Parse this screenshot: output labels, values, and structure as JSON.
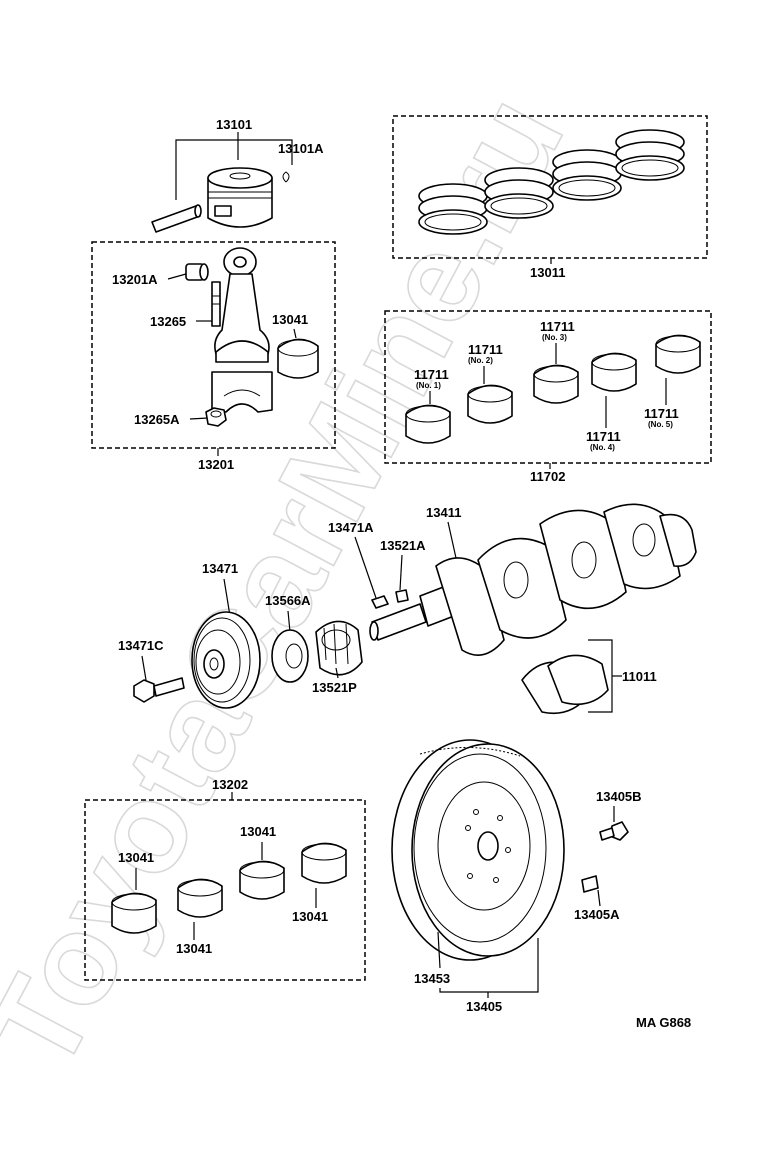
{
  "watermark": "ToyotaCarMine.ru",
  "code": "MA G868",
  "labels": {
    "piston": "13101",
    "piston_pin": "13101A",
    "rod_assy": "13201",
    "rod_bushing": "13201A",
    "rod_bolt": "13265",
    "rod_nut": "13265A",
    "rod_bearing_top": "13041",
    "ring_set": "13011",
    "main_bearing_set": "11702",
    "crankshaft": "13411",
    "key_a": "13471A",
    "key_b": "13521A",
    "pulley": "13471",
    "pulley_bolt": "13471C",
    "oil_seal": "13566A",
    "timing_gear": "13521P",
    "thrust_washer": "11011",
    "rod_bearing_set": "13202",
    "bearing_a": "13041",
    "bearing_b": "13041",
    "bearing_c": "13041",
    "bearing_d": "13041",
    "flywheel_bolt": "13405B",
    "flywheel_pin": "13405A",
    "ring_gear": "13453",
    "flywheel": "13405"
  },
  "main_bearings": [
    {
      "part": "11711",
      "no": "(No. 1)"
    },
    {
      "part": "11711",
      "no": "(No. 2)"
    },
    {
      "part": "11711",
      "no": "(No. 3)"
    },
    {
      "part": "11711",
      "no": "(No. 4)"
    },
    {
      "part": "11711",
      "no": "(No. 5)"
    }
  ]
}
